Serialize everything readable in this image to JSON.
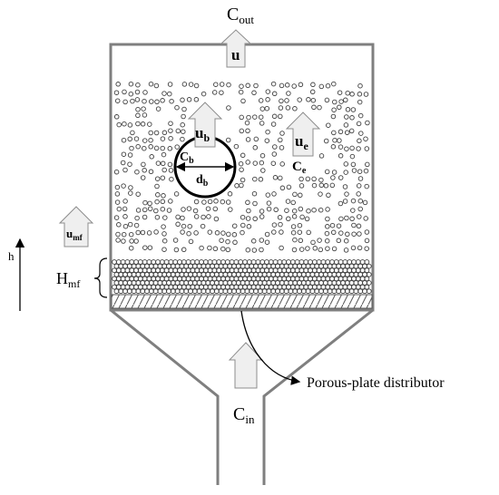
{
  "labels": {
    "c_out": "C",
    "c_out_sub": "out",
    "c_in": "C",
    "c_in_sub": "in",
    "u": "u",
    "u_b": "u",
    "u_b_sub": "b",
    "u_e": "u",
    "u_e_sub": "e",
    "u_mf": "u",
    "u_mf_sub": "mf",
    "c_b": "C",
    "c_b_sub": "b",
    "d_b": "d",
    "d_b_sub": "b",
    "c_e": "C",
    "c_e_sub": "e",
    "h_axis": "h",
    "h_mf": "H",
    "h_mf_sub": "mf",
    "distributor": "Porous-plate distributor"
  },
  "colors": {
    "wall": "#7f7f7f",
    "particle": "#404040",
    "arrow_fill": "#efefef",
    "arrow_stroke": "#8c8c8c",
    "bubble": "#000000"
  }
}
